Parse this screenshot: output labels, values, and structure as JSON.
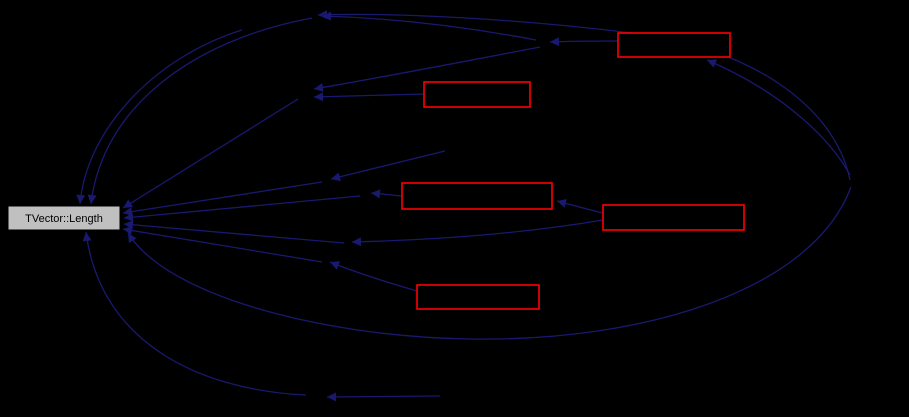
{
  "diagram": {
    "type": "call-graph",
    "main_node": {
      "label": "TVector::Length"
    },
    "highlighted_nodes": [
      {
        "id": "node-top-right",
        "label": ""
      },
      {
        "id": "node-upper-center",
        "label": ""
      },
      {
        "id": "node-center",
        "label": ""
      },
      {
        "id": "node-center-right",
        "label": ""
      },
      {
        "id": "node-lower-center",
        "label": ""
      }
    ],
    "colors": {
      "background": "#000000",
      "edge": "#191970",
      "highlight_border": "#ff0000",
      "main_node_fill": "#c0c0c0",
      "main_node_text": "#000000"
    }
  }
}
